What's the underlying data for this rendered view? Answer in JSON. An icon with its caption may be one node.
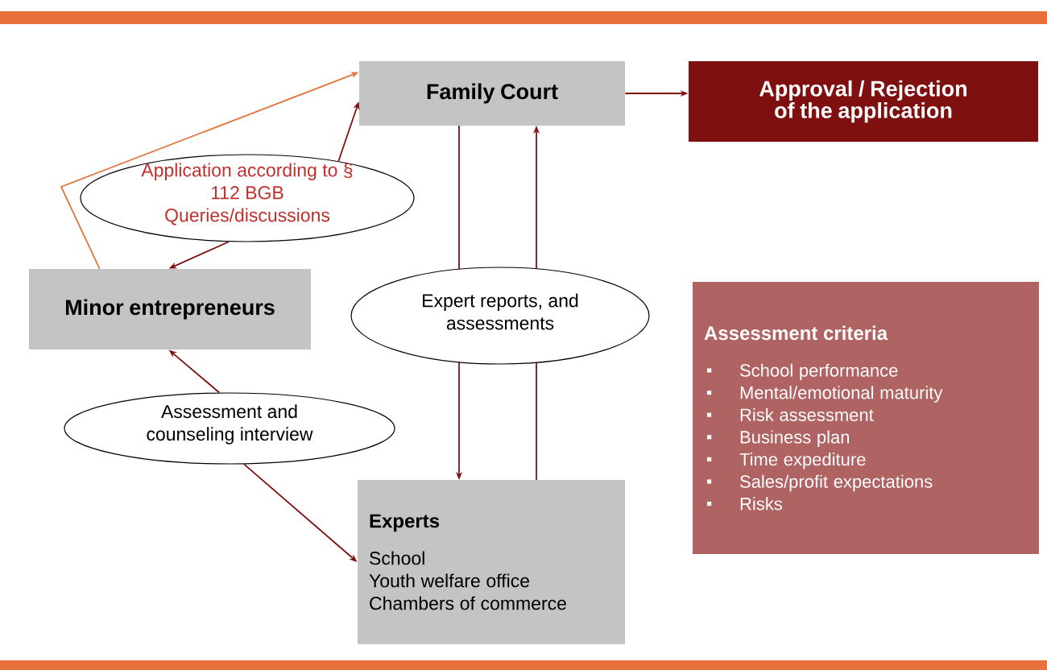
{
  "diagram": {
    "nodes": [
      {
        "text": [
          "Family Court"
        ]
      },
      {
        "text": [
          "Approval / Rejection of the application"
        ]
      },
      {
        "text": [
          "Application according to § 112 BGB Queries/discussions"
        ]
      },
      {
        "text": [
          "Minor entrepreneurs"
        ]
      },
      {
        "text": [
          "Expert reports, and assessments"
        ]
      },
      {
        "text": [
          "Assessment criteria",
          "School performance",
          "Mental/emotional maturity",
          "Risk assessment",
          "Business plan",
          "Time expediture",
          "Sales/profit expectations",
          "Risks"
        ]
      },
      {
        "text": [
          "Assessment and counseling interview"
        ]
      },
      {
        "text": [
          "Experts",
          "School",
          "Youth welfare office",
          "Chambers of commerce"
        ]
      }
    ],
    "edges": [
      {
        "from": 3,
        "to": 0,
        "arrow": "to",
        "color": "#e0743a"
      },
      {
        "from": 2,
        "to": 0,
        "arrow": "to"
      },
      {
        "from": 2,
        "to": 3,
        "arrow": "to"
      },
      {
        "from": 0,
        "to": 1,
        "arrow": "to"
      },
      {
        "from": 0,
        "to": 4,
        "arrow": "none"
      },
      {
        "from": 4,
        "to": 7,
        "arrow": "to"
      },
      {
        "from": 7,
        "to": 4,
        "arrow": "none"
      },
      {
        "from": 4,
        "to": 0,
        "arrow": "to"
      },
      {
        "from": 6,
        "to": 3,
        "arrow": "to"
      },
      {
        "from": 6,
        "to": 7,
        "arrow": "to"
      }
    ]
  }
}
